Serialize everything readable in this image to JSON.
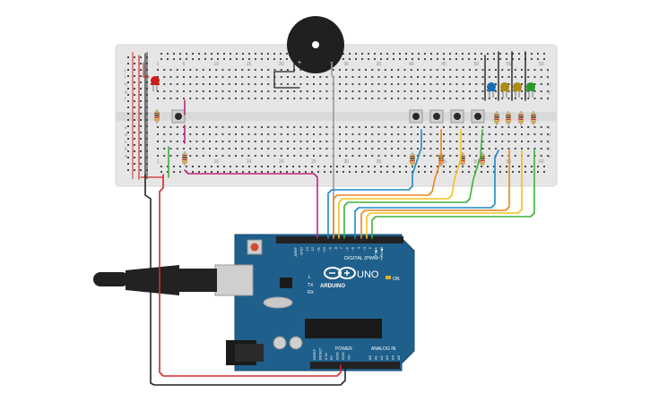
{
  "breadboard": {
    "column_labels": [
      "1",
      "5",
      "10",
      "15",
      "20",
      "25",
      "30",
      "35",
      "40",
      "45",
      "50",
      "55",
      "60"
    ],
    "row_labels_top": [
      "j",
      "i",
      "h",
      "g",
      "f"
    ],
    "row_labels_bottom": [
      "e",
      "d",
      "c",
      "b",
      "a"
    ]
  },
  "buzzer": {
    "plus_label": "+",
    "minus_label": "−"
  },
  "arduino": {
    "brand": "ARDUINO",
    "model": "UNO",
    "digital_header": "DIGITAL (PWM~)",
    "power_header": "POWER",
    "analog_header": "ANALOG IN",
    "on_label": "ON",
    "tx_label": "TX",
    "rx_label": "RX",
    "l_label": "L",
    "digital_pins": [
      "AREF",
      "GND",
      "13",
      "12",
      "~11",
      "~10",
      "~9",
      "8",
      "7",
      "~6",
      "~5",
      "4",
      "~3",
      "2",
      "TX▶1",
      "RX◀0"
    ],
    "power_pins": [
      "IOREF",
      "RESET",
      "3.3V",
      "5V",
      "GND",
      "GND",
      "Vin"
    ],
    "analog_pins": [
      "A0",
      "A1",
      "A2",
      "A3",
      "A4",
      "A5"
    ]
  },
  "colors": {
    "board_blue": "#1f5f8b",
    "wire_red": "#d42a2a",
    "wire_black": "#222222",
    "wire_magenta": "#c2257a",
    "wire_gray": "#9a9a9a",
    "wire_blue": "#1e88c8",
    "wire_orange": "#e8871e",
    "wire_yellow": "#f2c21b",
    "wire_green": "#3bb23b",
    "led_red": "#c81e1e",
    "led_blue": "#1a6fb0",
    "led_yellow": "#b08a16",
    "led_green": "#2a9a2a"
  },
  "icons": [
    "usb-cable-icon",
    "power-jack-icon",
    "reset-button-icon",
    "infinity-logo-icon"
  ]
}
